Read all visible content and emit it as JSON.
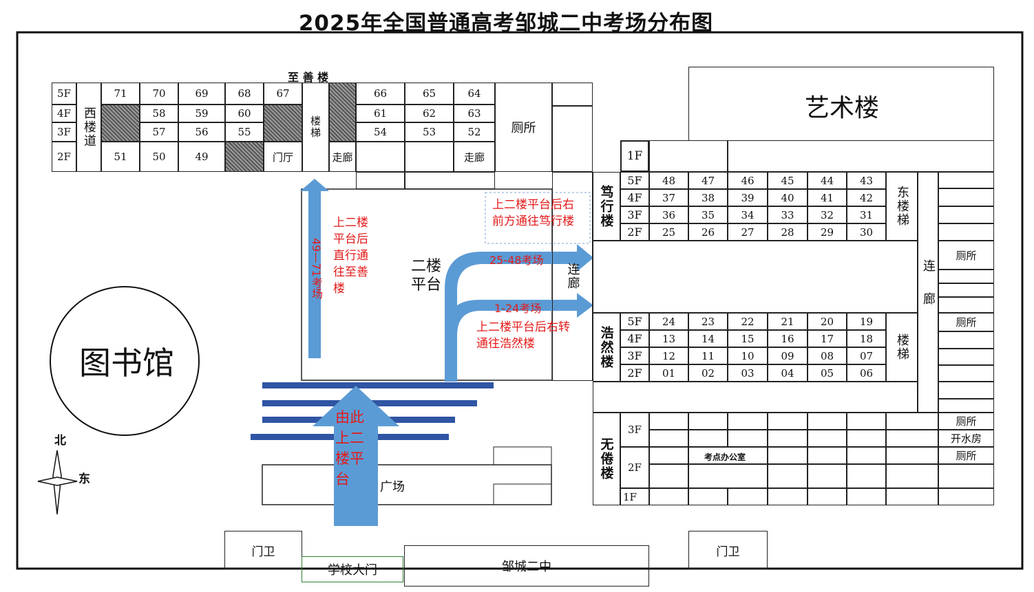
{
  "title": "2025年全国普通高考邹城二中考场分布图",
  "colors": {
    "arrow": "#5b9bd5",
    "stairs": "#2f55a4",
    "red_text": "#e31a1a",
    "hatch": "#666666"
  },
  "zhishan": {
    "name": "至 善 楼",
    "floors": [
      "5F",
      "4F",
      "3F",
      "2F"
    ],
    "west_stair": "西楼道",
    "stair": "楼梯",
    "lobby": "门厅",
    "corridor_left": "走廊",
    "corridor_right": "走廊",
    "toilet": "厕所",
    "rooms_5f_left": [
      "71",
      "70",
      "69",
      "68",
      "67"
    ],
    "rooms_4f_left": [
      "58",
      "59",
      "60"
    ],
    "rooms_3f_left": [
      "57",
      "56",
      "55"
    ],
    "rooms_2f_left": [
      "51",
      "50",
      "49"
    ],
    "rooms_5f_right": [
      "66",
      "65",
      "64"
    ],
    "rooms_4f_right": [
      "61",
      "62",
      "63"
    ],
    "rooms_3f_right": [
      "54",
      "53",
      "52"
    ]
  },
  "art_building": "艺术楼",
  "duxing": {
    "name": "笃行楼",
    "first_floor": "1F",
    "floors": [
      "5F",
      "4F",
      "3F",
      "2F"
    ],
    "rows": [
      [
        "48",
        "47",
        "46",
        "45",
        "44",
        "43"
      ],
      [
        "37",
        "38",
        "39",
        "40",
        "41",
        "42"
      ],
      [
        "36",
        "35",
        "34",
        "33",
        "32",
        "31"
      ],
      [
        "25",
        "26",
        "27",
        "28",
        "29",
        "30"
      ]
    ],
    "stair": "东楼梯"
  },
  "haoran": {
    "name": "浩然楼",
    "floors": [
      "5F",
      "4F",
      "3F",
      "2F"
    ],
    "rows": [
      [
        "24",
        "23",
        "22",
        "21",
        "20",
        "19"
      ],
      [
        "13",
        "14",
        "15",
        "16",
        "17",
        "18"
      ],
      [
        "12",
        "11",
        "10",
        "09",
        "08",
        "07"
      ],
      [
        "01",
        "02",
        "03",
        "04",
        "05",
        "06"
      ]
    ],
    "stair": "楼梯"
  },
  "wujuan": {
    "name": "无倦楼",
    "floors": [
      "3F",
      "2F",
      "1F"
    ],
    "office": "考点办公室"
  },
  "right_column": {
    "corridor": "连廊",
    "toilet1": "厕所",
    "toilet2": "厕所",
    "toilet3": "厕所",
    "water_room": "开水房",
    "toilet4": "厕所"
  },
  "middle_corridor": "连廊",
  "platform": "二楼平台",
  "library": "图书馆",
  "square": "广场",
  "gate_guard_left": "门卫",
  "gate_guard_right": "门卫",
  "school_gate": "学校大门",
  "school_name": "邹城二中",
  "compass": {
    "north": "北",
    "east": "东"
  },
  "annotations": {
    "up_arrow_label": "49—71考场",
    "zhishan_note": "上二楼平台后直行通往至善楼",
    "duxing_note": "上二楼平台后右前方通往笃行楼",
    "arrow_duxing": "25-48考场",
    "arrow_haoran": "1-24考场",
    "haoran_note": "上二楼平台后右转通往浩然楼",
    "main_arrow": "由此上二楼平台"
  }
}
